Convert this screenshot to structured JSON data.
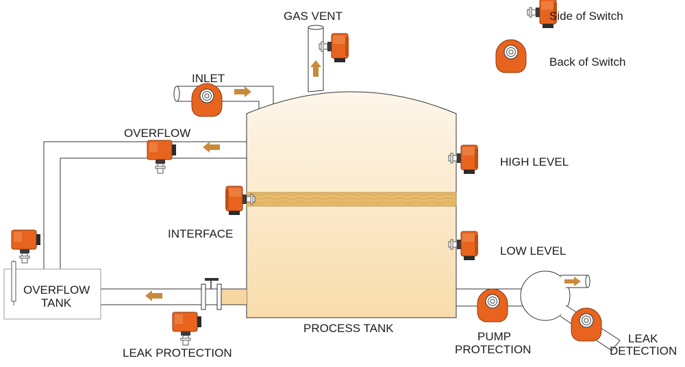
{
  "labels": {
    "gas_vent": "GAS VENT",
    "inlet": "INLET",
    "overflow": "OVERFLOW",
    "high_level": "HIGH LEVEL",
    "interface": "INTERFACE",
    "low_level": "LOW LEVEL",
    "overflow_tank_line1": "OVERFLOW",
    "overflow_tank_line2": "TANK",
    "process_tank": "PROCESS TANK",
    "leak_protection": "LEAK PROTECTION",
    "pump_protection_line1": "PUMP",
    "pump_protection_line2": "PROTECTION",
    "leak_detection_line1": "LEAK",
    "leak_detection_line2": "DETECTION"
  },
  "legend": {
    "side": "Side of Switch",
    "back": "Back of Switch"
  },
  "icons": {
    "side": "side-of-switch-icon",
    "back": "back-of-switch-icon",
    "arrow": "flow-arrow-icon"
  },
  "colors": {
    "switch_orange": "#e8641e",
    "switch_dark": "#2b2b2b",
    "arrow": "#c98a3a",
    "tank_top": "#fdf6ea",
    "tank_bottom": "#f8dfb0",
    "interface_layer": "#e5b866"
  }
}
